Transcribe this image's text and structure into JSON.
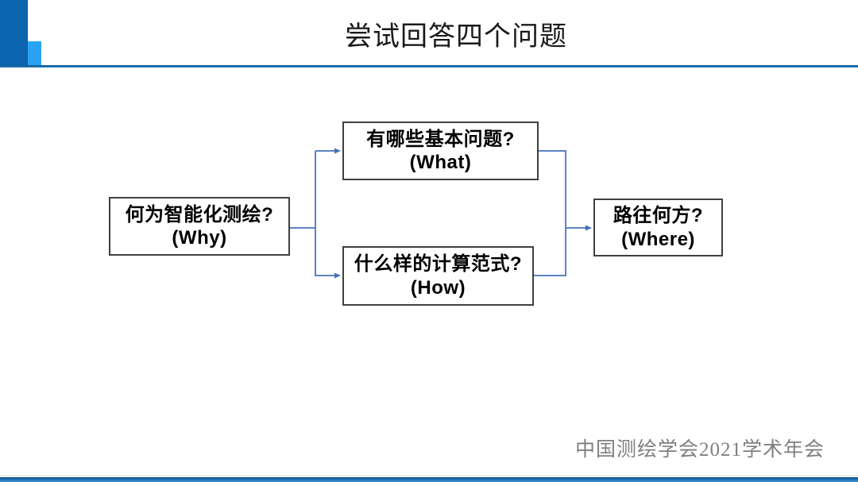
{
  "slide": {
    "title": "尝试回答四个问题",
    "footer": "中国测绘学会2021学术年会"
  },
  "diagram": {
    "boxes": [
      {
        "id": "why",
        "line1": "何为智能化测绘?",
        "line2": "(Why)"
      },
      {
        "id": "what",
        "line1": "有哪些基本问题?",
        "line2": "(What)"
      },
      {
        "id": "how",
        "line1": "什么样的计算范式?",
        "line2": "(How)"
      },
      {
        "id": "where",
        "line1": "路往何方?",
        "line2": "(Where)"
      }
    ]
  },
  "colors": {
    "accent_dark_blue": "#0c63ae",
    "accent_light_blue": "#29a3f1",
    "header_rule_blue": "#2279bd",
    "header_rule_dark": "#155a94",
    "connector_blue": "#5b82c2",
    "connector_arrow_blue": "#4470b8",
    "box_border": "#3f3f3f",
    "footer_text_gray": "#7f7f7f",
    "bar_grad_top": "#0d4a7e",
    "bar_grad_mid": "#1e74b4",
    "bar_grad_bottom": "#3e92d0"
  }
}
